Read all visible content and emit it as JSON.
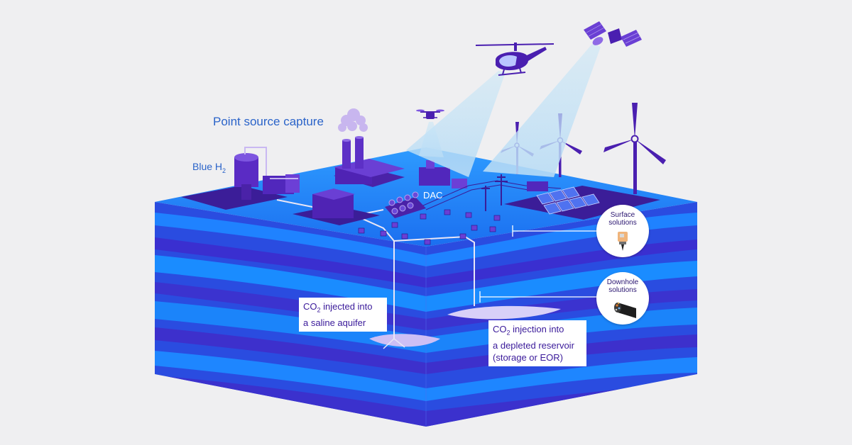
{
  "labels": {
    "point_source": "Point source capture",
    "blue_h2_main": "Blue H",
    "blue_h2_sub": "2",
    "dac": "DAC"
  },
  "callouts": {
    "saline": {
      "co": "CO",
      "sub": "2",
      "line1_rest": " injected into",
      "line2": "a saline aquifer"
    },
    "depleted": {
      "co": "CO",
      "sub": "2",
      "line1_rest": " injection into",
      "line2": "a depleted reservoir",
      "line3": "(storage or EOR)"
    }
  },
  "badges": {
    "surface": {
      "line1": "Surface",
      "line2": "solutions"
    },
    "downhole": {
      "line1": "Downhole",
      "line2": "solutions"
    }
  },
  "colors": {
    "background": "#efeff1",
    "ground_dark": "#2a3fd6",
    "ground_light": "#1f7fff",
    "purple": "#4a1fb0",
    "label_blue": "#2a63c9",
    "beam": "#bfe0f5"
  }
}
